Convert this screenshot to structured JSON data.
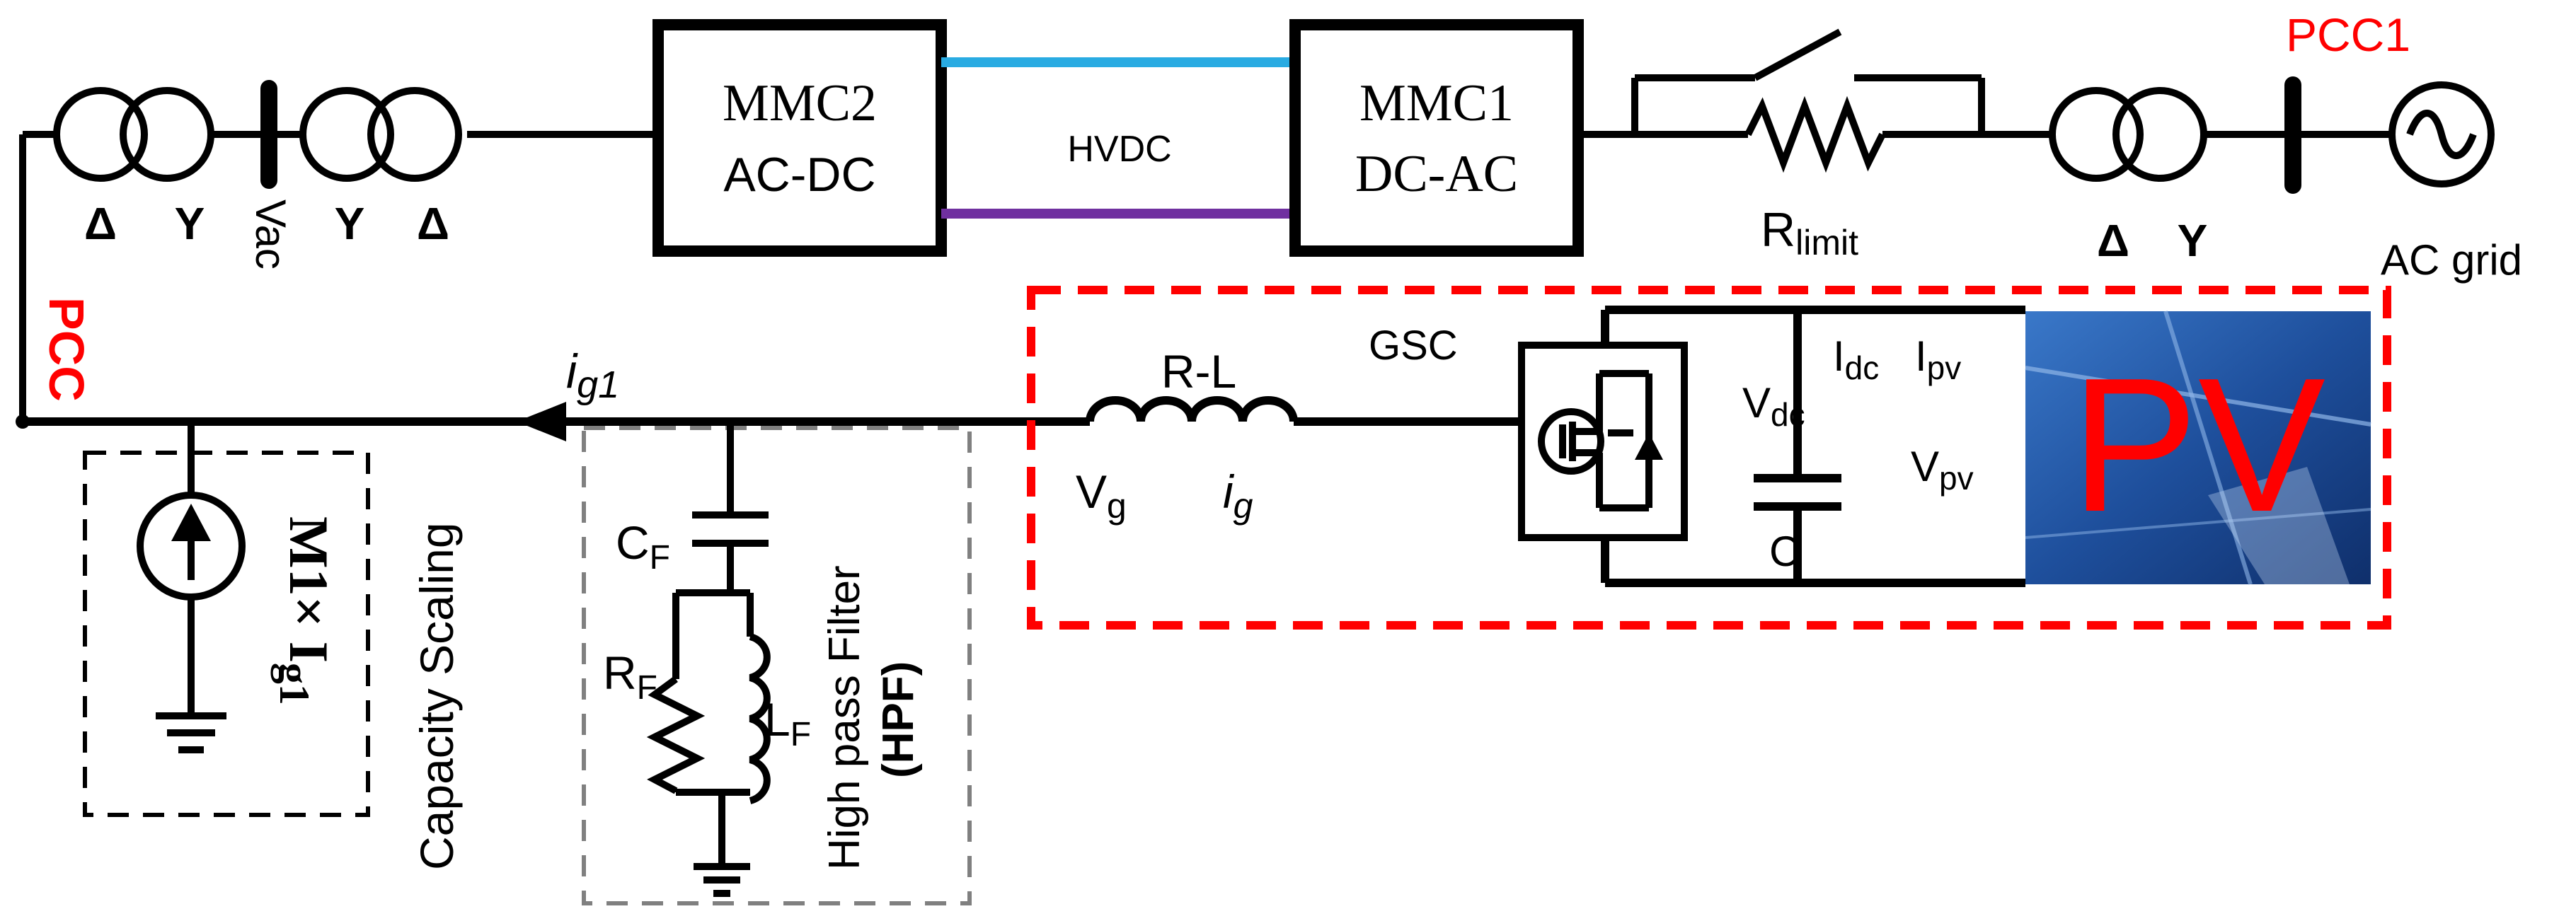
{
  "labels": {
    "pcc1": "PCC1",
    "ac_grid": "AC grid",
    "transformer_right_delta": "Δ",
    "transformer_right_y": "Y",
    "r_limit_main": "R",
    "r_limit_sub": "limit",
    "mmc1_line1": "MMC1",
    "mmc1_line2": "DC-AC",
    "mmc2_line1": "MMC2",
    "mmc2_line2": "AC-DC",
    "hvdc": "HVDC",
    "transformer_left_delta": "Δ",
    "transformer_left_y": "Y",
    "transformer_mid_y": "Y",
    "transformer_mid_delta": "Δ",
    "vac": "Vac",
    "pcc": "PCC",
    "ig1_main": "i",
    "ig1_sub": "g1",
    "current_source_label": "M1× I",
    "current_source_sub": "g1",
    "capacity_scaling": "Capacity Scaling",
    "cf_main": "C",
    "cf_sub": "F",
    "rf_main": "R",
    "rf_sub": "F",
    "lf_main": "L",
    "lf_sub": "F",
    "hpf_line1": "High pass Filter",
    "hpf_line2": "(HPF)",
    "rl": "R-L",
    "vg_main": "V",
    "vg_sub": "g",
    "ig_main": "i",
    "ig_sub": "g",
    "gsc": "GSC",
    "vdc_main": "V",
    "vdc_sub": "dc",
    "idc_main": "I",
    "idc_sub": "dc",
    "ipv_main": "I",
    "ipv_sub": "pv",
    "vpv_main": "V",
    "vpv_sub": "pv",
    "c": "C",
    "pv": "PV"
  },
  "colors": {
    "line": "#000000",
    "accent_red": "#ff0000",
    "hvdc_positive": "#29abe2",
    "hvdc_negative": "#7030a0",
    "pv_panel": "#1e4f9c",
    "hpf_box": "#808080"
  }
}
